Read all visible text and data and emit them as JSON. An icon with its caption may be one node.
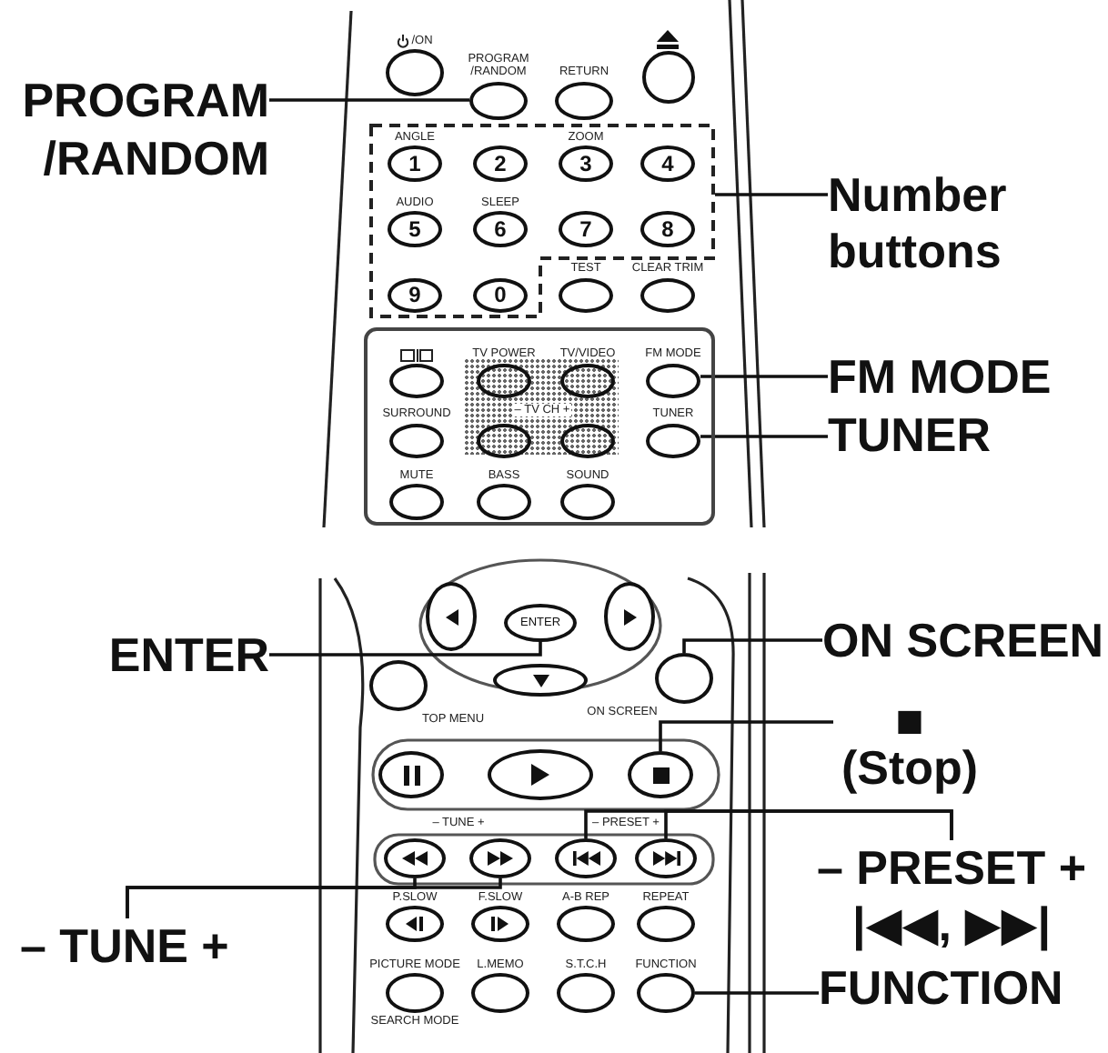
{
  "diagram": {
    "nodes": [
      {
        "text": [
          "PROGRAM /RANDOM"
        ]
      },
      {
        "text": [
          "/ON"
        ]
      },
      {
        "text": [
          "PROGRAM /RANDOM"
        ]
      },
      {
        "text": [
          "RETURN"
        ]
      },
      {
        "text": [],
        "shape": "circle"
      },
      {
        "text": [],
        "shape": "box"
      },
      {
        "text": [
          "ANGLE",
          "1"
        ],
        "in": 5
      },
      {
        "text": [
          "2"
        ],
        "in": 5
      },
      {
        "text": [
          "ZOOM",
          "3"
        ],
        "in": 5
      },
      {
        "text": [
          "4"
        ],
        "in": 5
      },
      {
        "text": [
          "Number buttons"
        ]
      },
      {
        "text": [
          "AUDIO",
          "5"
        ],
        "in": 5
      },
      {
        "text": [
          "SLEEP",
          "6"
        ],
        "in": 5
      },
      {
        "text": [
          "7"
        ],
        "in": 5
      },
      {
        "text": [
          "8"
        ],
        "in": 5
      },
      {
        "text": [
          "9"
        ],
        "in": 5
      },
      {
        "text": [
          "0"
        ],
        "in": 5
      },
      {
        "text": [
          "TEST"
        ]
      },
      {
        "text": [
          "CLEAR TRIM"
        ]
      },
      {
        "text": [],
        "shape": "box"
      },
      {
        "text": [],
        "shape": "ellipse",
        "in": 19
      },
      {
        "text": [
          "TV POWER"
        ],
        "in": 19
      },
      {
        "text": [
          "TV/VIDEO"
        ],
        "in": 19
      },
      {
        "text": [
          "FM MODE"
        ],
        "in": 19
      },
      {
        "text": [
          "FM MODE"
        ]
      },
      {
        "text": [
          "SURROUND"
        ],
        "in": 19
      },
      {
        "text": [],
        "shape": "ellipse",
        "in": 19
      },
      {
        "text": [],
        "shape": "ellipse",
        "in": 19
      },
      {
        "text": [
          "TUNER"
        ],
        "in": 19
      },
      {
        "text": [
          "TUNER"
        ]
      },
      {
        "text": [
          "MUTE"
        ],
        "in": 19
      },
      {
        "text": [
          "BASS"
        ],
        "in": 19
      },
      {
        "text": [
          "SOUND"
        ],
        "in": 19
      },
      {
        "text": [
          "ENTER"
        ]
      },
      {
        "text": [],
        "shape": "ellipse"
      },
      {
        "text": [
          "ENTER"
        ]
      },
      {
        "text": [],
        "shape": "ellipse"
      },
      {
        "text": [
          "ON SCREEN"
        ]
      },
      {
        "text": [
          "TOP MENU"
        ]
      },
      {
        "text": [],
        "shape": "ellipse"
      },
      {
        "text": [
          "ON SCREEN"
        ]
      },
      {
        "text": [
          "■ (Stop)"
        ]
      },
      {
        "text": [],
        "shape": "ellipse"
      },
      {
        "text": [],
        "shape": "ellipse"
      },
      {
        "text": [],
        "shape": "ellipse"
      },
      {
        "text": [],
        "shape": "ellipse"
      },
      {
        "text": [],
        "shape": "ellipse"
      },
      {
        "text": [],
        "shape": "ellipse"
      },
      {
        "text": [],
        "shape": "ellipse"
      },
      {
        "text": [
          "– PRESET +",
          "|◀◀, ▶▶|"
        ]
      },
      {
        "text": [
          "– TUNE +"
        ]
      },
      {
        "text": [
          "P.SLOW"
        ]
      },
      {
        "text": [
          "F.SLOW"
        ]
      },
      {
        "text": [
          "A-B REP"
        ]
      },
      {
        "text": [
          "REPEAT"
        ]
      },
      {
        "text": [
          "PICTURE MODE",
          "SEARCH MODE"
        ]
      },
      {
        "text": [
          "L.MEMO"
        ]
      },
      {
        "text": [
          "S.T.C.H"
        ]
      },
      {
        "text": [
          "FUNCTION"
        ]
      },
      {
        "text": [
          "FUNCTION"
        ]
      }
    ],
    "edges": [
      {
        "from": 0,
        "to": 2,
        "arrow": "none"
      },
      {
        "from": 10,
        "to": 5,
        "arrow": "none"
      },
      {
        "from": 24,
        "to": 23,
        "arrow": "none"
      },
      {
        "from": 29,
        "to": 28,
        "arrow": "none"
      },
      {
        "from": 33,
        "to": 35,
        "arrow": "none"
      },
      {
        "from": 37,
        "to": 40,
        "arrow": "none"
      },
      {
        "from": 41,
        "to": 44,
        "arrow": "none"
      },
      {
        "from": 49,
        "to": 47,
        "arrow": "none"
      },
      {
        "from": 49,
        "to": 48,
        "arrow": "none"
      },
      {
        "from": 50,
        "to": 45,
        "arrow": "none"
      },
      {
        "from": 50,
        "to": 46,
        "arrow": "none"
      },
      {
        "from": 59,
        "to": 58,
        "arrow": "none"
      }
    ],
    "labels": [
      "– TV CH +",
      "– TUNE +",
      "– PRESET +"
    ]
  }
}
